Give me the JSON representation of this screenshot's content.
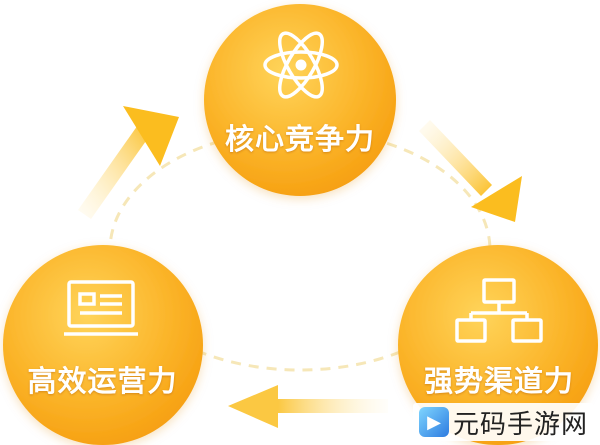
{
  "nodes": {
    "top": {
      "label": "核心竞争力",
      "icon": "atom-icon"
    },
    "right": {
      "label": "强势渠道力",
      "icon": "org-chart-icon"
    },
    "left": {
      "label": "高效运营力",
      "icon": "monitor-card-icon"
    }
  },
  "colors": {
    "circle_light": "#ffd45a",
    "circle_dark": "#f59a0a",
    "arrow_solid": "#fbbd1f",
    "arrow_fade": "#fff3cf",
    "dashed_ring": "#f6e7b8",
    "text": "#ffffff"
  },
  "watermark": {
    "text": "元码手游网",
    "icon": "game-logo-icon"
  }
}
